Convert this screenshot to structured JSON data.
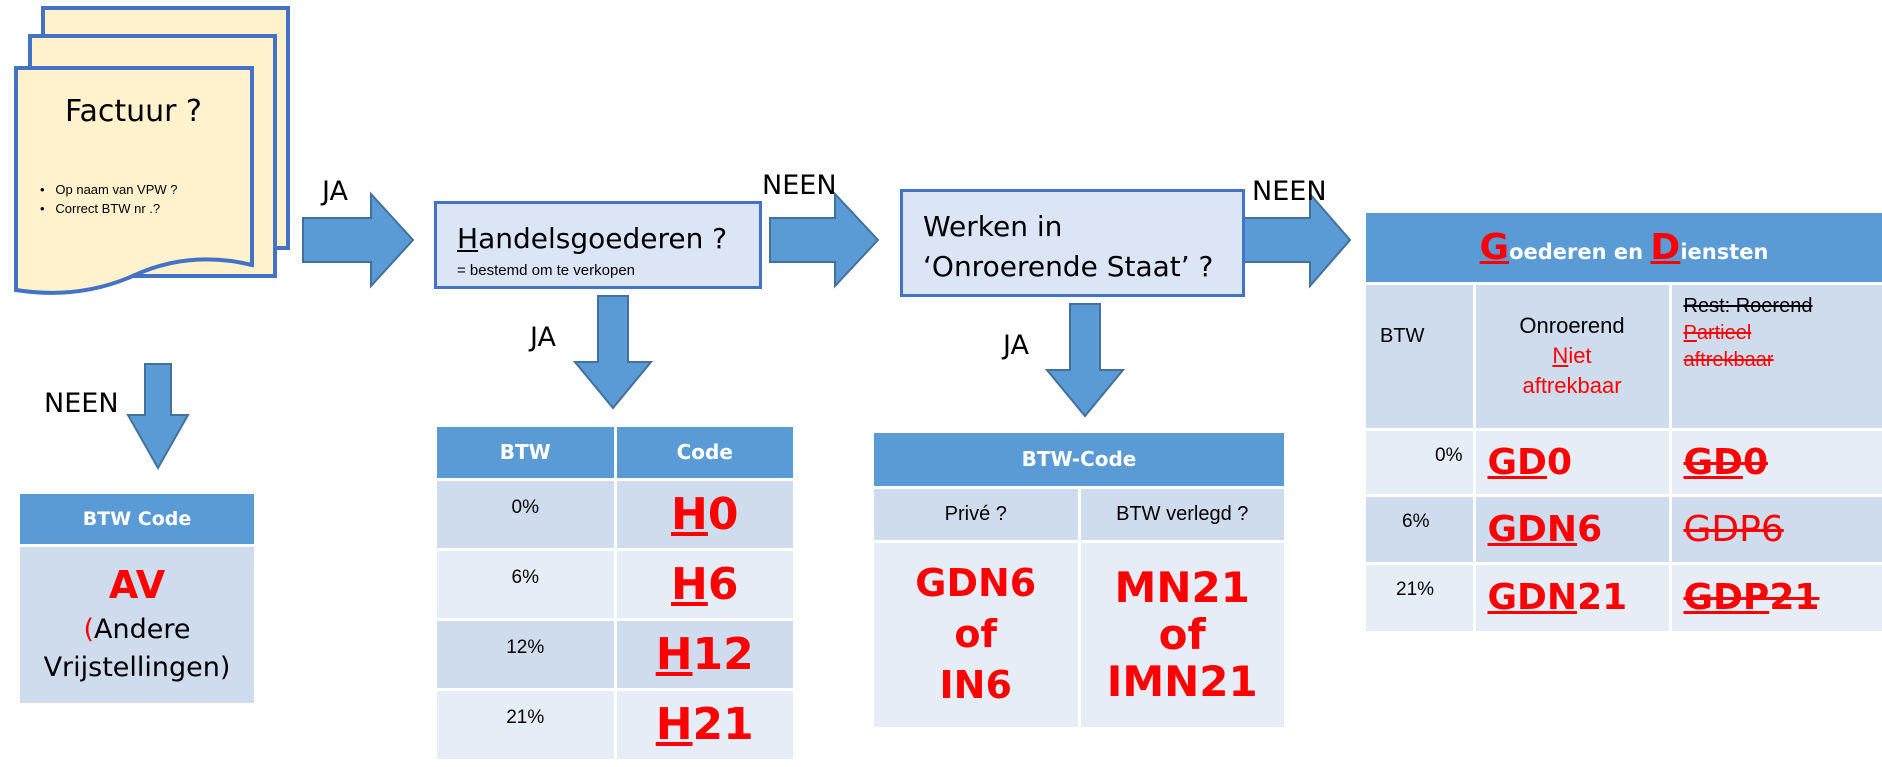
{
  "factuur": {
    "title": "Factuur ?",
    "bullets": [
      "Op naam van VPW ?",
      "Correct BTW nr .?"
    ]
  },
  "labels": {
    "ja1": "JA",
    "neen1": "NEEN",
    "neen2": "NEEN",
    "ja2": "JA",
    "neen3": "NEEN",
    "ja3": "JA"
  },
  "handel": {
    "title_first": "H",
    "title_rest": "andelsgoederen ?",
    "subtitle": "= bestemd om te verkopen"
  },
  "werken": {
    "line1": "Werken in",
    "line2": "‘Onroerende Staat’ ?"
  },
  "av_table": {
    "header": "BTW Code",
    "code": "AV",
    "paren_open": "(",
    "line1": "Andere",
    "line2": "Vrijstellingen)"
  },
  "h_table": {
    "col1": "BTW",
    "col2": "Code",
    "rows": [
      {
        "rate": "0%",
        "code_first": "H",
        "code_rest": "0"
      },
      {
        "rate": "6%",
        "code_first": "H",
        "code_rest": "6"
      },
      {
        "rate": "12%",
        "code_first": "H",
        "code_rest": "12"
      },
      {
        "rate": "21%",
        "code_first": "H",
        "code_rest": "21"
      }
    ]
  },
  "btw_code_table": {
    "header": "BTW-Code",
    "sub1": "Privé ?",
    "sub2": "BTW verlegd ?",
    "left": [
      "GDN6",
      "of",
      "IN6"
    ],
    "right": [
      "MN21",
      "of",
      "IMN21"
    ]
  },
  "gd_table": {
    "header_g": "G",
    "header_mid": "oederen en ",
    "header_d": "D",
    "header_end": "iensten",
    "col1": "BTW",
    "col2_line1": "Onroerend",
    "col2_n": "N",
    "col2_line2_rest": "iet",
    "col2_line3": "aftrekbaar",
    "col3_line1": "Rest: Roerend",
    "col3_p": "P",
    "col3_line2_rest": "artieel",
    "col3_line3": "aftrekbaar",
    "rows": [
      {
        "rate": "0%",
        "a_under": "GD",
        "a_rest": "0",
        "b_under": "GD",
        "b_rest": "0"
      },
      {
        "rate": "6%",
        "a_under": "GDN",
        "a_rest": "6",
        "b_under": "GDP",
        "b_rest": "6"
      },
      {
        "rate": "21%",
        "a_under": "GDN",
        "a_rest": "21",
        "b_under": "GDP",
        "b_rest": "21"
      }
    ]
  },
  "colors": {
    "box_fill": "#dbe5f5",
    "box_border": "#4472c4",
    "arrow": "#5b9bd5",
    "header": "#5b9bd5",
    "code_red": "#ff0000",
    "doc_fill": "#fff2cc"
  }
}
